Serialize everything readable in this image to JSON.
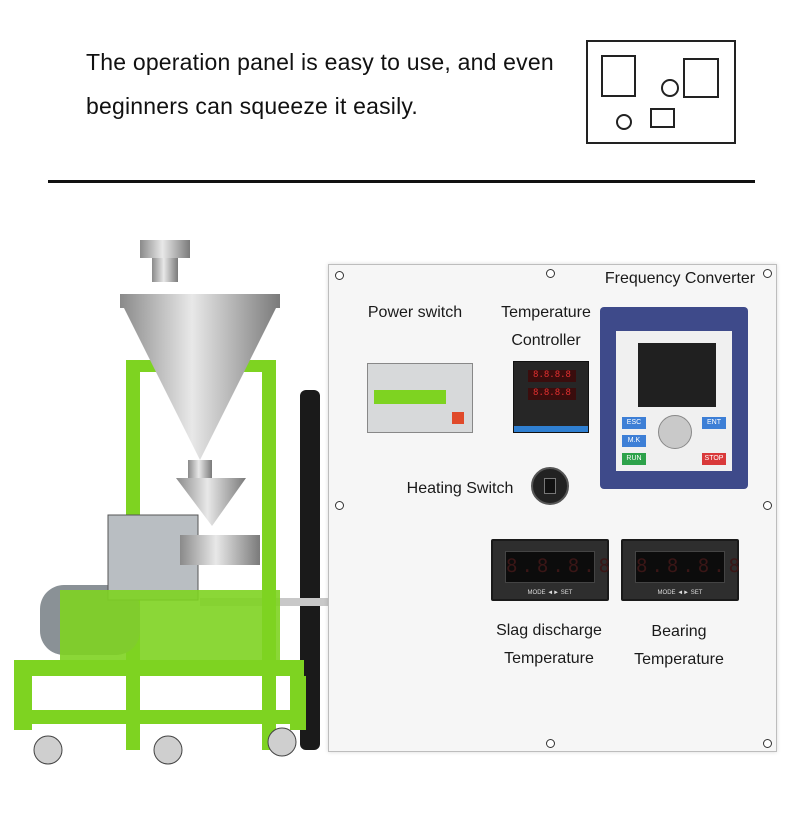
{
  "headline": "The operation panel is easy to use, and even beginners can squeeze it easily.",
  "panel": {
    "power_switch": "Power switch",
    "temperature_controller_line1": "Temperature",
    "temperature_controller_line2": "Controller",
    "frequency_converter": "Frequency Converter",
    "heating_switch": "Heating Switch",
    "slag_line1": "Slag discharge",
    "slag_line2": "Temperature",
    "bearing_line1": "Bearing",
    "bearing_line2": "Temperature",
    "meter_digits": "8.8.8.8",
    "meter_caption": "MODE ◄► SET"
  },
  "inverter_buttons": {
    "esc": "ESC",
    "ent": "ENT",
    "mk": "M.K",
    "run": "RUN",
    "stop": "STOP"
  },
  "colors": {
    "machine_green": "#7ed321",
    "inverter_blue": "#3e4a8a",
    "panel_bg": "#f6f6f6"
  }
}
